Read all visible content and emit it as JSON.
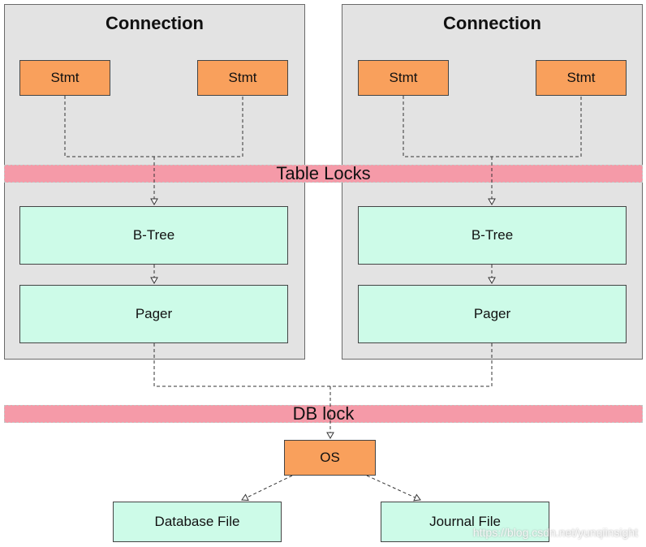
{
  "connections": [
    {
      "title": "Connection",
      "stmts": [
        "Stmt",
        "Stmt"
      ],
      "btree": "B-Tree",
      "pager": "Pager"
    },
    {
      "title": "Connection",
      "stmts": [
        "Stmt",
        "Stmt"
      ],
      "btree": "B-Tree",
      "pager": "Pager"
    }
  ],
  "locks": {
    "table": "Table Locks",
    "db": "DB lock"
  },
  "os": "OS",
  "files": {
    "database": "Database File",
    "journal": "Journal File"
  },
  "watermark": "https://blog.csdn.net/yunqiinsight",
  "colors": {
    "connection_bg": "#e3e3e3",
    "stmt": "#f9a05c",
    "layer": "#cdfbe8",
    "lock_bar": "#f59aa8"
  }
}
